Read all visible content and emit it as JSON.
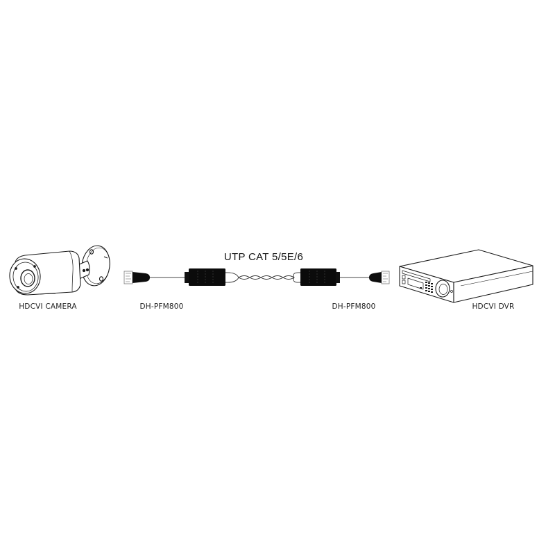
{
  "diagram": {
    "type": "connection-diagram",
    "background": "#ffffff",
    "line_color": "#1a1a1a",
    "nodes": [
      {
        "id": "camera",
        "label": "HDCVI  CAMERA",
        "icon": "bullet-camera-icon"
      },
      {
        "id": "balun_left",
        "label": "DH-PFM800",
        "icon": "video-balun-icon"
      },
      {
        "id": "balun_right",
        "label": "DH-PFM800",
        "icon": "video-balun-icon"
      },
      {
        "id": "dvr",
        "label": "HDCVI  DVR",
        "icon": "dvr-recorder-icon"
      }
    ],
    "edges": [
      {
        "from": "camera",
        "to": "balun_left",
        "type": "coax-bnc"
      },
      {
        "from": "balun_left",
        "to": "balun_right",
        "type": "twisted-pair",
        "label": "UTP CAT 5/5E/6"
      },
      {
        "from": "balun_right",
        "to": "dvr",
        "type": "coax-bnc"
      }
    ]
  }
}
